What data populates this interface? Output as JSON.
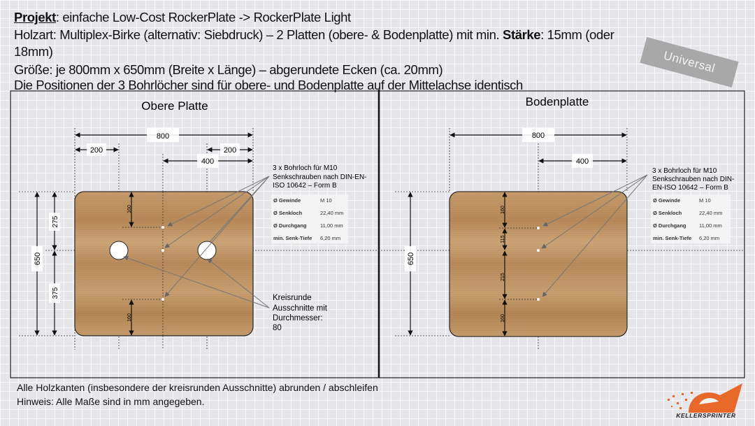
{
  "header": {
    "line1_bold": "Projekt",
    "line1_rest": ": einfache Low-Cost RockerPlate -> RockerPlate Light",
    "line2_a": "Holzart: Multiplex-Birke (alternativ: Siebdruck) – 2 Platten (obere- & Bodenplatte) mit min. ",
    "line2_bold": "Stärke",
    "line2_b": ": 15mm (oder",
    "line3": "18mm)",
    "line4": "Größe: je 800mm x 650mm (Breite x Länge) – abgerundete Ecken (ca. 20mm)",
    "line5": "Die Positionen der 3 Bohrlöcher sind für obere- und Bodenplatte auf der Mittelachse identisch"
  },
  "badge": "Universal",
  "left": {
    "title": "Obere Platte",
    "width": "800",
    "left_offset": "200",
    "right_offset": "200",
    "half": "400",
    "height": "650",
    "upper": "275",
    "lower": "375",
    "top_hole": "160",
    "bottom_hole": "160",
    "note_lines": [
      "3 x Bohrloch für M10",
      "Senkschrauben nach DIN-EN-",
      "ISO 10642 – Form B"
    ],
    "cutout_lines": [
      "Kreisrunde",
      "Ausschnitte mit",
      "Durchmesser:",
      "80"
    ]
  },
  "right": {
    "title": "Bodenplatte",
    "width": "800",
    "half": "400",
    "height": "650",
    "seg1": "160",
    "seg2": "115",
    "seg3": "215",
    "seg4": "160",
    "note_lines": [
      "3 x Bohrloch für M10",
      "Senkschrauben nach DIN-",
      "EN-ISO 10642 – Form B"
    ]
  },
  "spec_table": [
    {
      "label": "Ø Gewinde",
      "value": "M 10"
    },
    {
      "label": "Ø Senkloch",
      "value": "22,40 mm"
    },
    {
      "label": "Ø Durchgang",
      "value": "11,00 mm"
    },
    {
      "label": "min. Senk-Tiefe",
      "value": "6,20 mm"
    }
  ],
  "footer": {
    "line1": "Alle Holzkanten (insbesondere der kreisrunden Ausschnitte)  abrunden / abschleifen",
    "line2": "Hinweis: Alle Maße sind in mm angegeben."
  },
  "logo": {
    "text": "KELLERSPRINTER",
    "color": "#e8682a"
  }
}
